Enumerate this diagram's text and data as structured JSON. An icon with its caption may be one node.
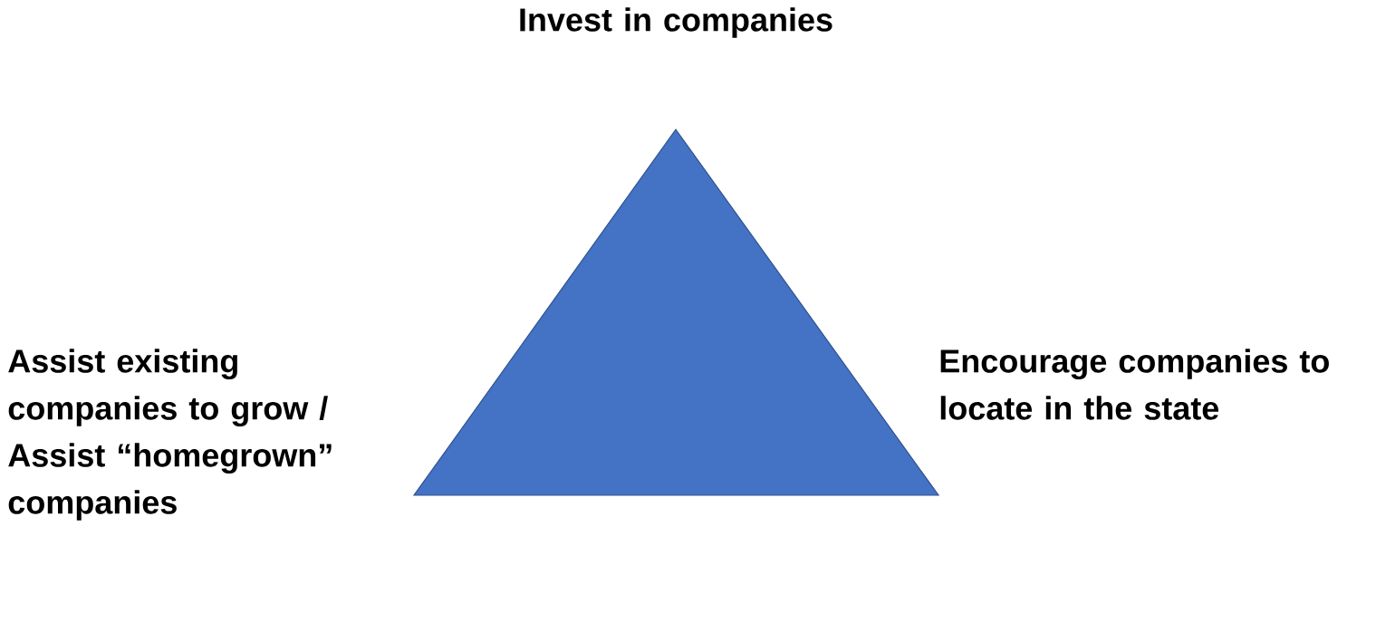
{
  "diagram": {
    "nodes": [
      {
        "text": [],
        "shape": "triangle",
        "beside": [
          "Invest in companies",
          "Assist existing companies to grow / Assist “homegrown” companies",
          "Encourage companies to locate in the state"
        ]
      }
    ]
  }
}
